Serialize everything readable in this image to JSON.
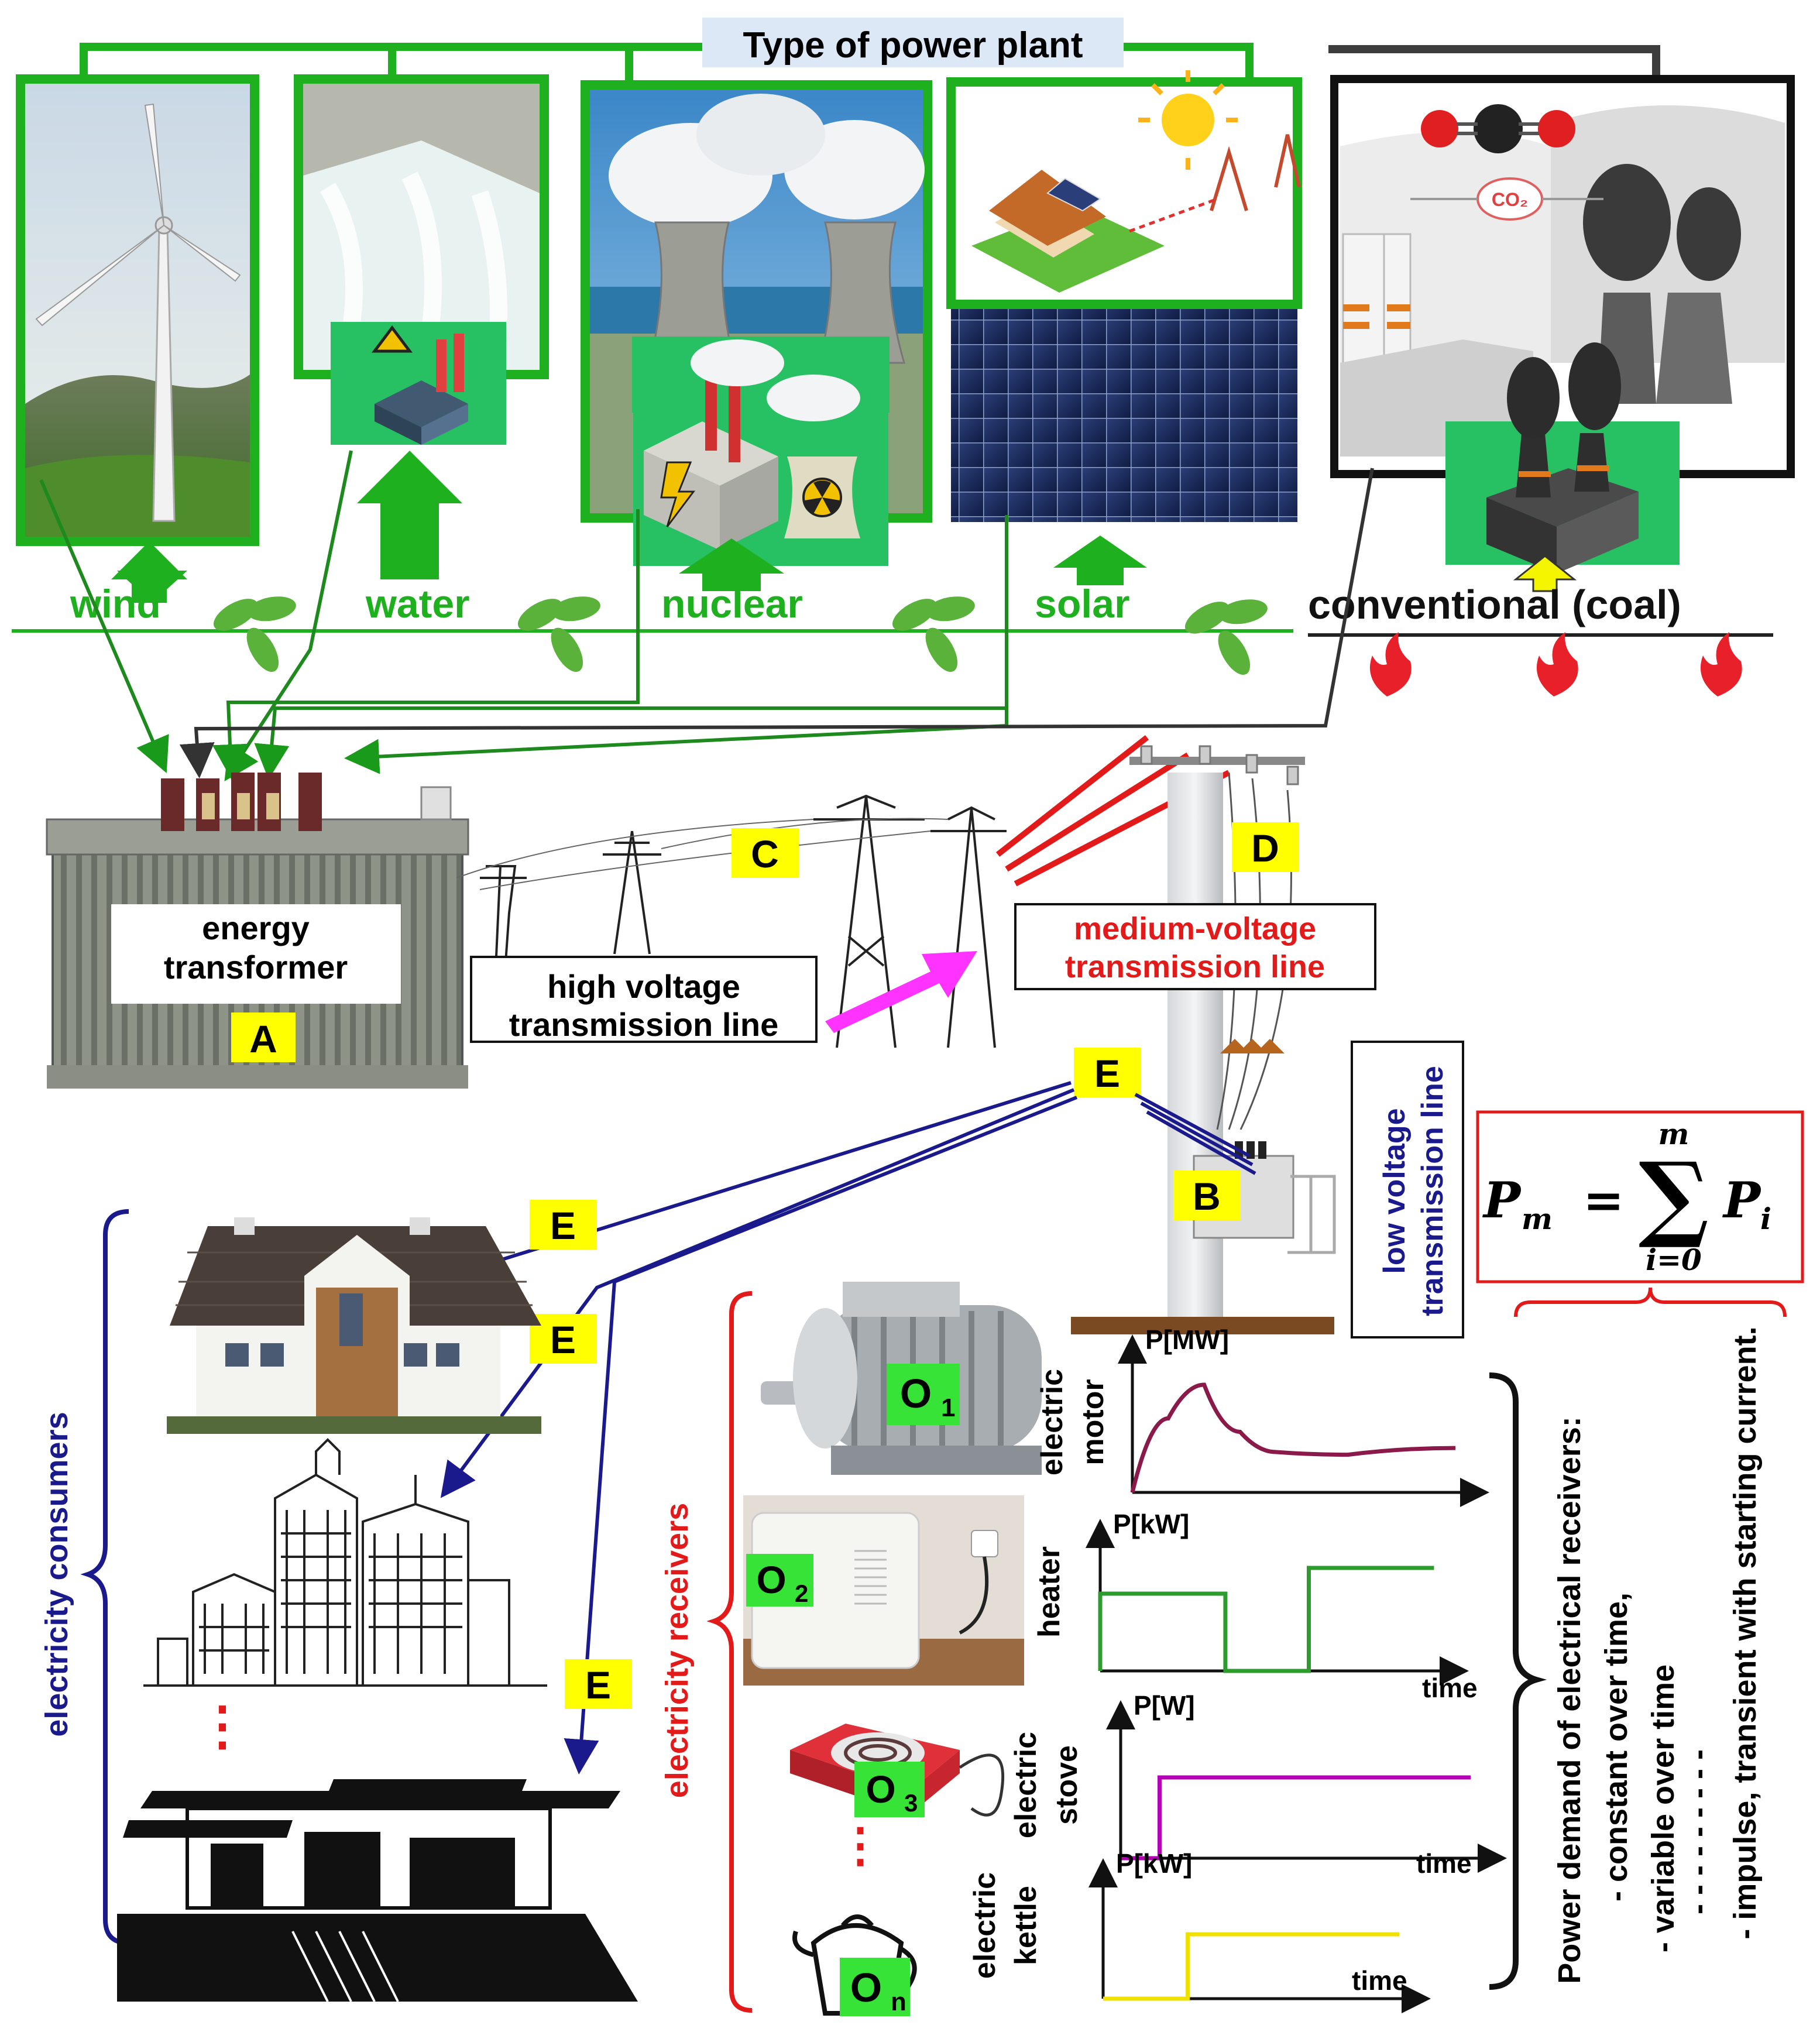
{
  "title": "Type of power plant",
  "plants": {
    "wind": "wind",
    "water": "water",
    "nuclear": "nuclear",
    "solar": "solar",
    "conventional": "conventional (coal)",
    "co2": "CO₂"
  },
  "grid": {
    "transformer": [
      "energy",
      "transformer"
    ],
    "hv_line": [
      "high voltage",
      "transmission line"
    ],
    "mv_line": [
      "medium-voltage",
      "transmission line"
    ],
    "lv_line": [
      "low voltage",
      "transmission line"
    ],
    "labels": {
      "A": "A",
      "B": "B",
      "C": "C",
      "D": "D",
      "E": "E"
    }
  },
  "formula": {
    "lhs": "P",
    "lhs_sub": "m",
    "eq": "=",
    "sum": "∑",
    "upper": "m",
    "lower": "i=0",
    "rhs": "P",
    "rhs_sub": "i"
  },
  "consumers": {
    "label": "electricity consumers",
    "dots": "⋮"
  },
  "receivers": {
    "label": "electricity receivers",
    "dots": "⋮",
    "items": [
      {
        "id": "O",
        "sub": "1"
      },
      {
        "id": "O",
        "sub": "2"
      },
      {
        "id": "O",
        "sub": "3"
      },
      {
        "id": "O",
        "sub": "n"
      }
    ]
  },
  "charts": [
    {
      "name": [
        "electric",
        "motor"
      ],
      "ylabel": "P[MW]",
      "xlabel": "",
      "color": "#8b1a4a"
    },
    {
      "name": [
        "heater"
      ],
      "ylabel": "P[kW]",
      "xlabel": "time",
      "color": "#2e9b2e"
    },
    {
      "name": [
        "electric",
        "stove"
      ],
      "ylabel": "P[W]",
      "xlabel": "time",
      "color": "#b400b4"
    },
    {
      "name": [
        "electric",
        "kettle"
      ],
      "ylabel": "P[kW]",
      "xlabel": "time",
      "color": "#f0e000"
    }
  ],
  "chart_data": [
    {
      "type": "line",
      "ylabel": "P[MW]",
      "x": [
        0,
        1,
        2,
        3,
        4,
        6,
        9
      ],
      "y": [
        0,
        0.55,
        0.8,
        0.45,
        0.3,
        0.28,
        0.33
      ]
    },
    {
      "type": "line",
      "ylabel": "P[kW]",
      "xlabel": "time",
      "x": [
        0,
        0,
        3,
        3,
        5,
        5,
        8
      ],
      "y": [
        0,
        0.6,
        0.6,
        0,
        0,
        0.8,
        0.8
      ]
    },
    {
      "type": "line",
      "ylabel": "P[W]",
      "xlabel": "time",
      "x": [
        0,
        1,
        1,
        9
      ],
      "y": [
        0,
        0,
        0.6,
        0.6
      ]
    },
    {
      "type": "line",
      "ylabel": "P[kW]",
      "xlabel": "time",
      "x": [
        0,
        2,
        2,
        7
      ],
      "y": [
        0,
        0,
        0.55,
        0.55
      ]
    }
  ],
  "power_demand": {
    "title": "Power demand of electrical receivers:",
    "items": [
      "- constant over time,",
      "- variable over time",
      "- - - - - - - - -",
      "- impulse, transient with starting current."
    ]
  }
}
